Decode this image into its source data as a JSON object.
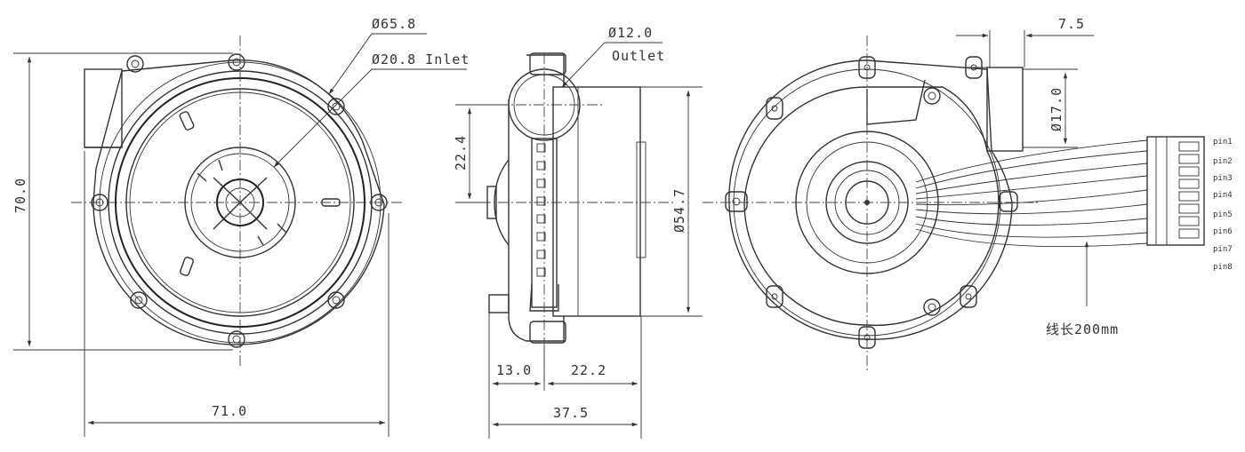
{
  "front_view": {
    "diameter_outer": "Ø65.8",
    "diameter_inlet": "Ø20.8 Inlet",
    "height": "70.0",
    "width": "71.0"
  },
  "side_view": {
    "outlet_diameter": "Ø12.0",
    "outlet_label": "Outlet",
    "outlet_offset": "22.4",
    "body_diameter": "Ø54.7",
    "depth_front": "13.0",
    "depth_rear": "22.2",
    "depth_total": "37.5"
  },
  "rear_view": {
    "outlet_offset": "7.5",
    "outlet_height": "Ø17.0",
    "cable_length": "线长200mm",
    "pins": [
      "pin1",
      "pin2",
      "pin3",
      "pin4",
      "pin5",
      "pin6",
      "pin7",
      "pin8"
    ]
  }
}
